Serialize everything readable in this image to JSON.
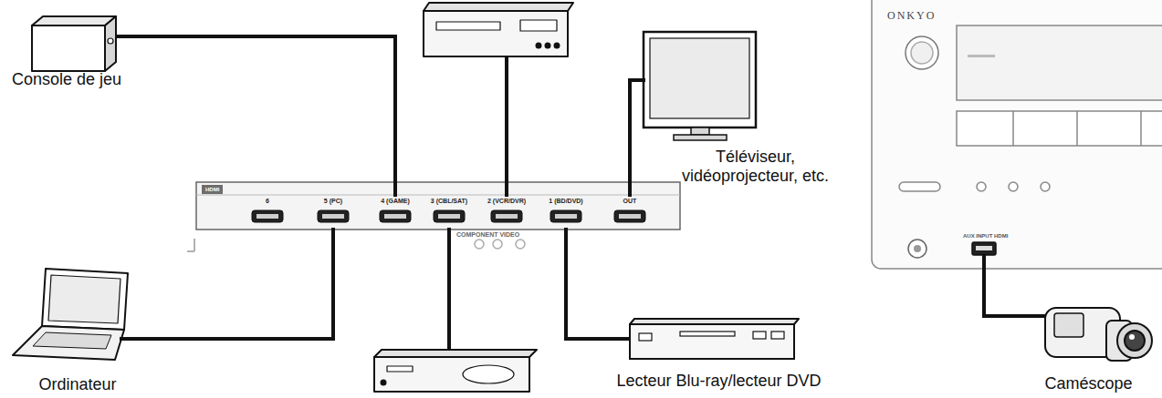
{
  "diagram": {
    "nodes": [
      {
        "text": [
          "Console de jeu"
        ]
      },
      {
        "text": [
          "Téléviseur, vidéoprojecteur, etc."
        ]
      },
      {
        "text": [
          "HDMI"
        ]
      },
      {
        "text": [
          "6"
        ],
        "in": 2
      },
      {
        "text": [
          "5",
          "(PC)"
        ],
        "in": 2
      },
      {
        "text": [
          "4",
          "(GAME)"
        ],
        "in": 2
      },
      {
        "text": [
          "3",
          "(CBL/SAT)"
        ],
        "in": 2
      },
      {
        "text": [
          "2",
          "(VCR/DVR)"
        ],
        "in": 2
      },
      {
        "text": [
          "1",
          "(BD/DVD)"
        ],
        "in": 2
      },
      {
        "text": [
          "OUT"
        ],
        "in": 2
      },
      {
        "text": [
          "Ordinateur"
        ]
      },
      {
        "text": [
          "Lecteur Blu-ray/lecteur DVD"
        ]
      },
      {
        "text": [
          "ONKYO"
        ]
      },
      {
        "text": [
          "Caméscope"
        ]
      }
    ],
    "edges": [
      {
        "from": 0,
        "to": 5,
        "arrow": "none"
      },
      {
        "from": 1,
        "to": 9,
        "arrow": "none"
      },
      {
        "from": 10,
        "to": 4,
        "arrow": "none"
      },
      {
        "from": 11,
        "to": 8,
        "arrow": "none"
      },
      {
        "from": 13,
        "to": 12,
        "arrow": "none"
      }
    ],
    "labels": [
      "COMPONENT VIDEO",
      "AUX INPUT HDMI"
    ]
  }
}
